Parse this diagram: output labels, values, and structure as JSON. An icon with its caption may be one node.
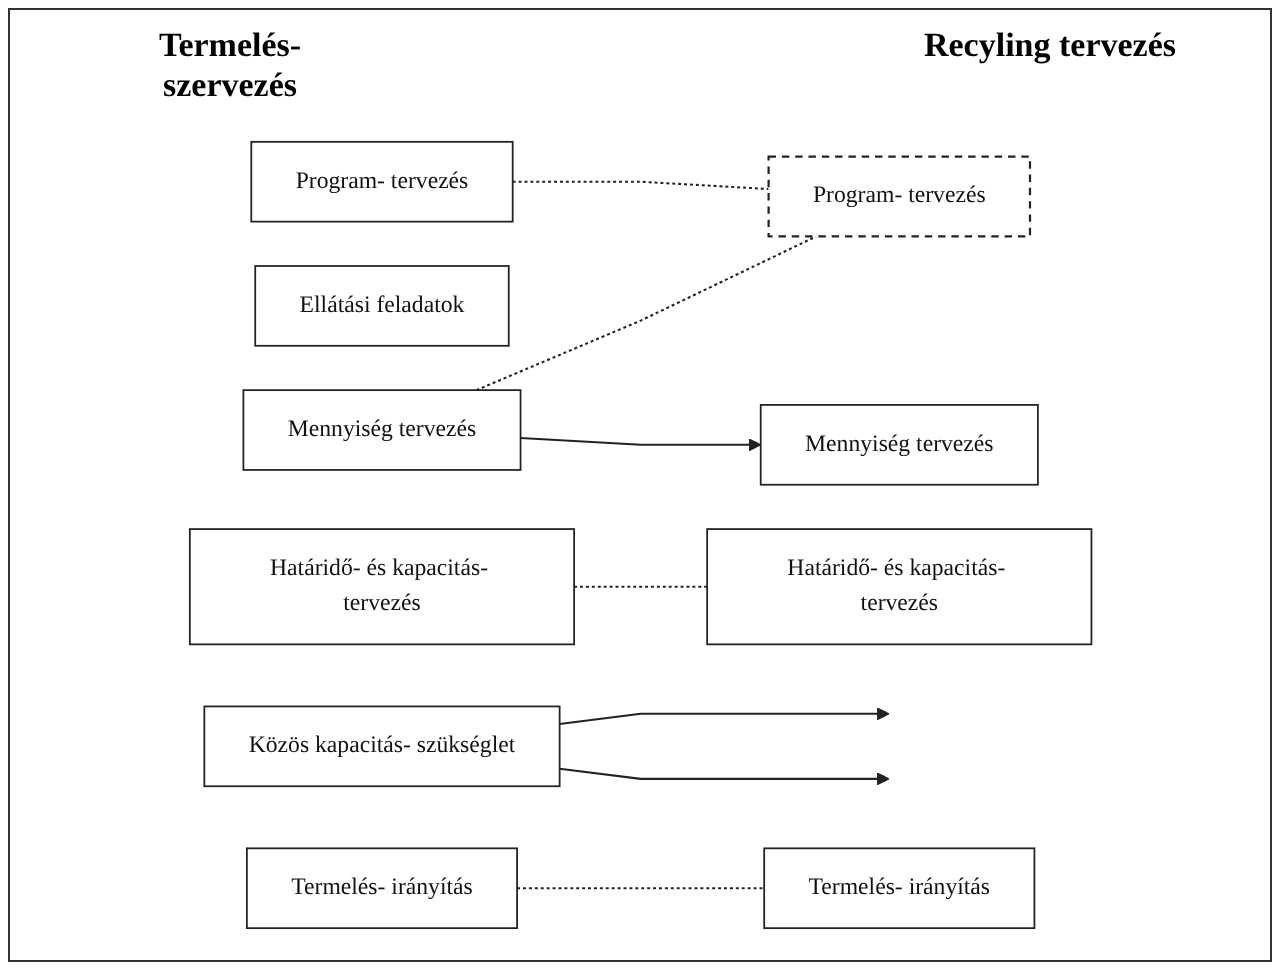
{
  "diagram": {
    "nodes": [
      {
        "text": [
          "Program- tervezés"
        ]
      },
      {
        "text": [
          "Program- tervezés"
        ]
      },
      {
        "text": [
          "Ellátási feladatok"
        ]
      },
      {
        "text": [
          "Mennyiség tervezés"
        ]
      },
      {
        "text": [
          "Mennyiség tervezés"
        ]
      },
      {
        "text": [
          "Határidő- és kapacitás- tervezés"
        ]
      },
      {
        "text": [
          "Határidő- és kapacitás- tervezés"
        ]
      },
      {
        "text": [
          "Közös kapacitás- szükséglet"
        ]
      },
      {
        "text": [
          "Termelés- irányítás"
        ]
      },
      {
        "text": [
          "Termelés- irányítás"
        ]
      }
    ],
    "edges": [
      {
        "from": 0,
        "to": 1,
        "arrow": "none",
        "style": "dashed"
      },
      {
        "from": 3,
        "to": 1,
        "arrow": "none",
        "style": "dashed"
      },
      {
        "from": 3,
        "to": 4,
        "arrow": "to"
      },
      {
        "from": 5,
        "to": 6,
        "arrow": "none",
        "style": "dashed"
      },
      {
        "from": 7,
        "to": null,
        "arrow": "to"
      },
      {
        "from": 7,
        "to": null,
        "arrow": "to"
      },
      {
        "from": 8,
        "to": 9,
        "arrow": "none",
        "style": "dashed"
      }
    ],
    "labels": [
      "Termelés- szervezés",
      "Recyling tervezés"
    ]
  }
}
